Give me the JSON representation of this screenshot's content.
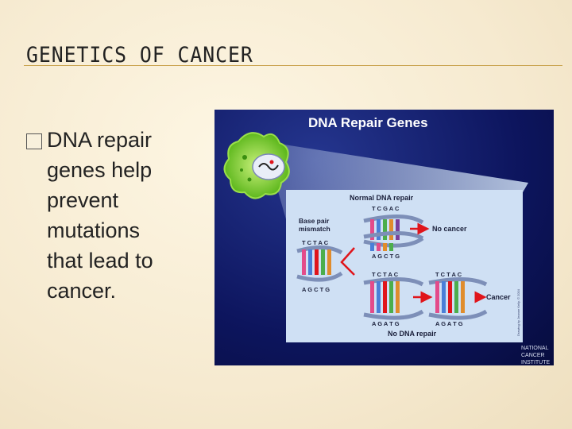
{
  "slide": {
    "title": "GENETICS OF CANCER",
    "bullet_lines": [
      "DNA repair",
      "genes help",
      "prevent",
      "mutations",
      "that lead to",
      "cancer."
    ]
  },
  "figure": {
    "heading": "DNA Repair Genes",
    "normal_label": "Normal DNA repair",
    "mismatch_label_1": "Base pair",
    "mismatch_label_2": "mismatch",
    "no_cancer_label": "No cancer",
    "cancer_label": "Cancer",
    "no_repair_label": "No DNA repair",
    "seq_top": "T C G A C",
    "seq_a": "T C T A C",
    "seq_b": "A G C T G",
    "seq_c": "A G C T G",
    "seq_d": "T C T A C",
    "seq_e": "A G A T G",
    "seq_f": "T C T A C",
    "seq_g": "A G A T G",
    "nci_1": "NATIONAL",
    "nci_2": "CANCER",
    "nci_3": "INSTITUTE",
    "credit": "Drawing by Jeanne Kelly. © 2004"
  },
  "colors": {
    "panel_bg": "#cfe0f4",
    "arrow_red": "#e0151b",
    "cell_green": "#7ccc2a",
    "figure_navy": "#0d155e"
  }
}
